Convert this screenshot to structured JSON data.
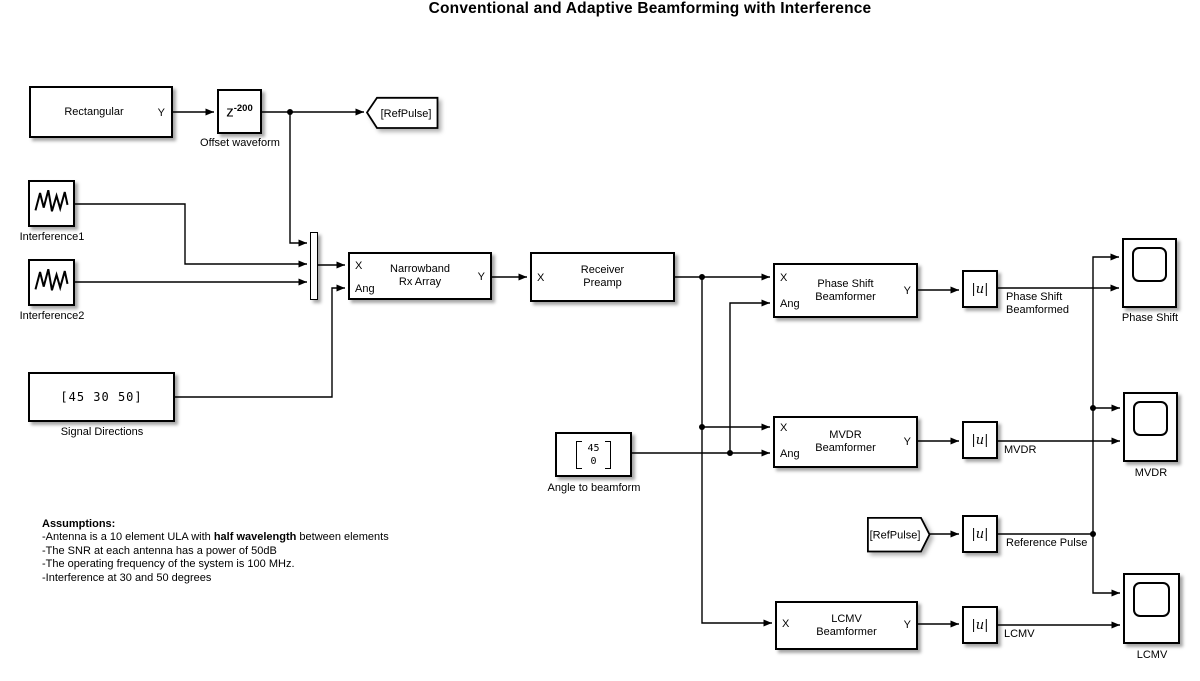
{
  "title": "Conventional and Adaptive Beamforming with Interference",
  "blocks": {
    "rectangular": {
      "label": "Rectangular",
      "out_port": "Y"
    },
    "offset_waveform": {
      "base": "z",
      "exponent": "-200",
      "caption": "Offset waveform"
    },
    "goto_refpulse": {
      "label": "[RefPulse]"
    },
    "interference1": {
      "caption": "Interference1"
    },
    "interference2": {
      "caption": "Interference2"
    },
    "signal_directions": {
      "value": "[45 30 50]",
      "caption": "Signal Directions"
    },
    "narrowband_rx_array": {
      "line1": "Narrowband",
      "line2": "Rx Array",
      "in1": "X",
      "in2": "Ang",
      "out": "Y"
    },
    "receiver_preamp": {
      "line1": "Receiver",
      "line2": "Preamp",
      "in1": "X"
    },
    "phase_shift_beamformer": {
      "line1": "Phase Shift",
      "line2": "Beamformer",
      "in1": "X",
      "in2": "Ang",
      "out": "Y"
    },
    "mvdr_beamformer": {
      "line1": "MVDR",
      "line2": "Beamformer",
      "in1": "X",
      "in2": "Ang",
      "out": "Y"
    },
    "lcmv_beamformer": {
      "line1": "LCMV",
      "line2": "Beamformer",
      "in1": "X",
      "out": "Y"
    },
    "angle_to_beamform": {
      "value_row1": "45",
      "value_row2": "0",
      "caption": "Angle to beamform"
    },
    "from_refpulse": {
      "label": "[RefPulse]"
    },
    "abs_label": "|u|",
    "scope_phase_shift": {
      "caption": "Phase Shift"
    },
    "scope_mvdr": {
      "caption": "MVDR"
    },
    "scope_lcmv": {
      "caption": "LCMV"
    }
  },
  "signal_labels": {
    "phase_shift_beamformed_line1": "Phase Shift",
    "phase_shift_beamformed_line2": "Beamformed",
    "mvdr": "MVDR",
    "reference_pulse": "Reference Pulse",
    "lcmv": "LCMV"
  },
  "assumptions": {
    "heading": "Assumptions:",
    "item1_pre": "-Antenna is a 10 element ULA with ",
    "item1_bold": "half wavelength",
    "item1_post": " between elements",
    "item2": "-The SNR at each antenna has  a power of 50dB",
    "item3": "-The operating frequency of the system is 100 MHz.",
    "item4": "-Interference at 30 and 50 degrees"
  },
  "colors": {
    "line": "#000000",
    "block_bg": "#ffffff",
    "canvas_bg": "#ffffff"
  }
}
